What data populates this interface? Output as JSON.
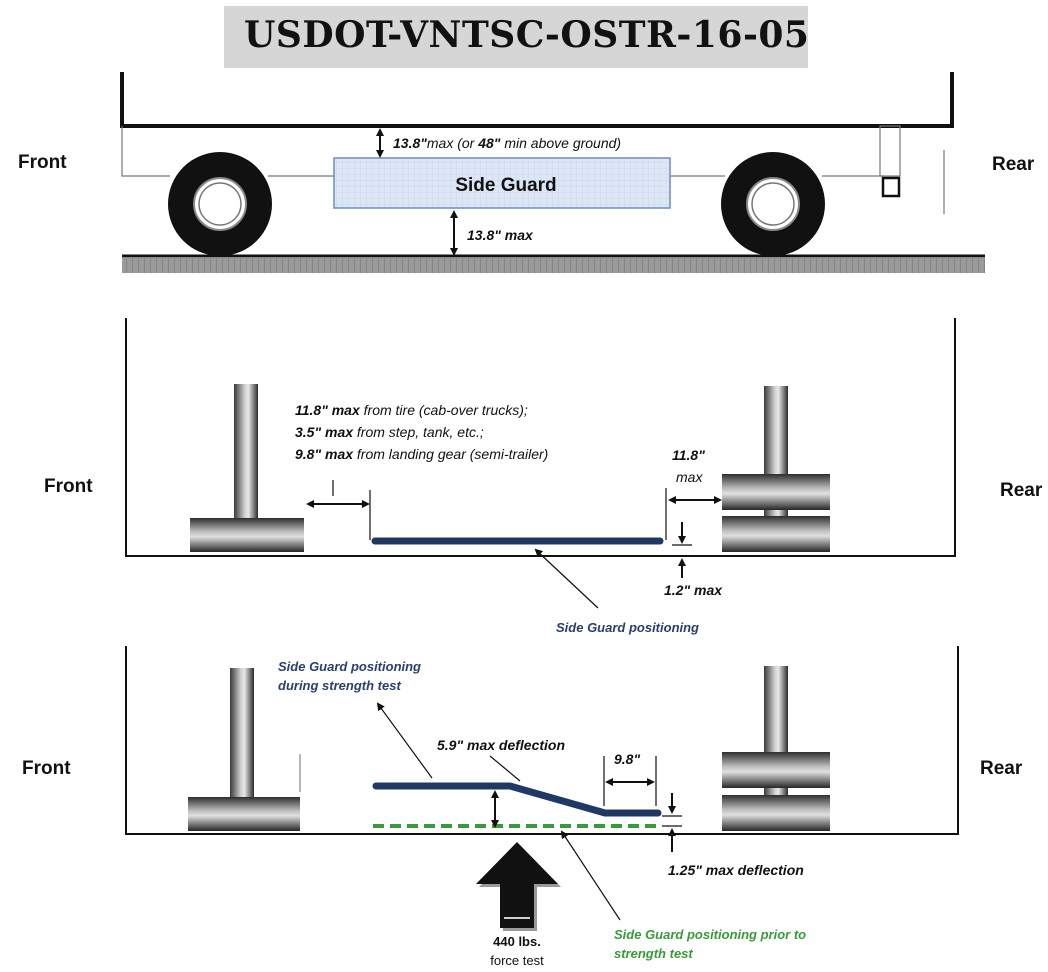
{
  "header": {
    "report_id": "USDOT-VNTSC-OSTR-16-05"
  },
  "orientation": {
    "front": "Front",
    "rear": "Rear"
  },
  "panel1": {
    "side_guard_label": "Side Guard",
    "top_gap": {
      "bold": "13.8\"",
      "rest_a": "max (or ",
      "bold2": "48\"",
      "rest_b": " min above ground)"
    },
    "bottom_gap": "13.8\" max"
  },
  "panel2": {
    "front_clearance": [
      {
        "bold": "11.8\" max",
        "rest": " from tire (cab-over trucks);"
      },
      {
        "bold": "3.5\" max",
        "rest": " from step, tank, etc.;"
      },
      {
        "bold": "9.8\" max",
        "rest": " from landing gear (semi-trailer)"
      }
    ],
    "rear_clearance_value": "11.8\"",
    "rear_clearance_unit": "max",
    "vertical_offset": "1.2\" max",
    "positioning_label": "Side Guard positioning"
  },
  "panel3": {
    "during_test_label": [
      "Side Guard positioning",
      "during strength test"
    ],
    "deflection": "5.9\" max deflection",
    "end_length": "9.8\"",
    "end_deflection": "1.25\" max deflection",
    "force_value": "440 lbs.",
    "force_label": "force test",
    "prior_label": [
      "Side Guard positioning prior to",
      "strength test"
    ]
  },
  "colors": {
    "guard_blue": "#1f3864",
    "label_blue": "#2a3f6e",
    "prior_green": "#3a9a3a",
    "guard_fill": "#dde6f4",
    "header_gray": "#d6d6d6"
  }
}
